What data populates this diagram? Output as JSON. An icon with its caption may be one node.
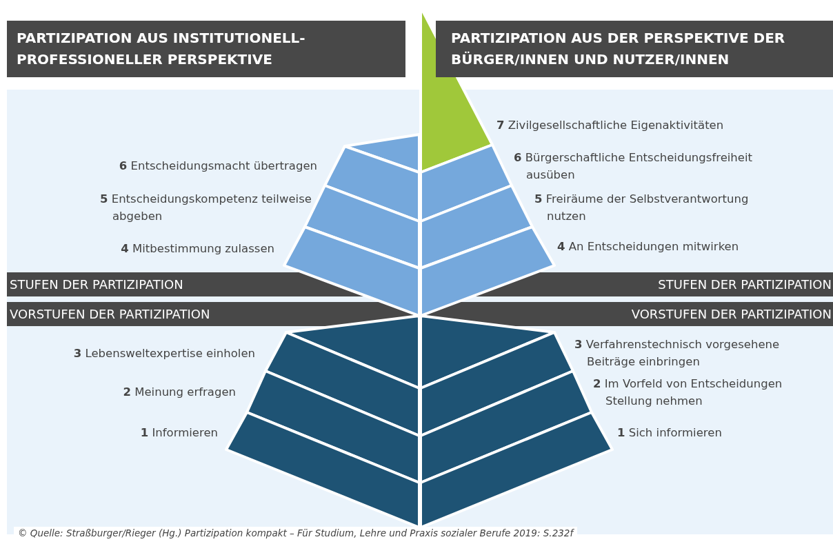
{
  "diagram": {
    "caption": "© Quelle: Straßburger/Rieger (Hg.) Partizipation kompakt – Für Studium, Lehre und Praxis sozialer Berufe 2019: S.232f",
    "labels": [
      "PARTIZIPATION AUS INSTITUTIONELL-PROFESSIONELLER PERSPEKTIVE",
      "PARTIZIPATION AUS DER PERSPEKTIVE DER BÜRGER/INNEN UND NUTZER/INNEN",
      "**7** Zivilgesellschaftliche Eigenaktivitäten",
      "**6** Entscheidungsmacht übertragen",
      "**6** Bürgerschaftliche Entscheidungsfreiheit ausüben",
      "**5** Entscheidungskompetenz teilweise abgeben",
      "**5** Freiräume der Selbstverantwortung nutzen",
      "**4** Mitbestimmung zulassen",
      "**4** An Entscheidungen mitwirken",
      "STUFEN DER PARTIZIPATION",
      "STUFEN DER PARTIZIPATION",
      "VORSTUFEN DER PARTIZIPATION",
      "VORSTUFEN DER PARTIZIPATION",
      "**3** Lebensweltexpertise einholen",
      "**3** Verfahrenstechnisch vorgesehene Beiträge einbringen",
      "**2** Meinung erfragen",
      "**2** Im Vorfeld von Entscheidungen Stellung nehmen",
      "**1** Informieren",
      "**1** Sich informieren"
    ]
  }
}
